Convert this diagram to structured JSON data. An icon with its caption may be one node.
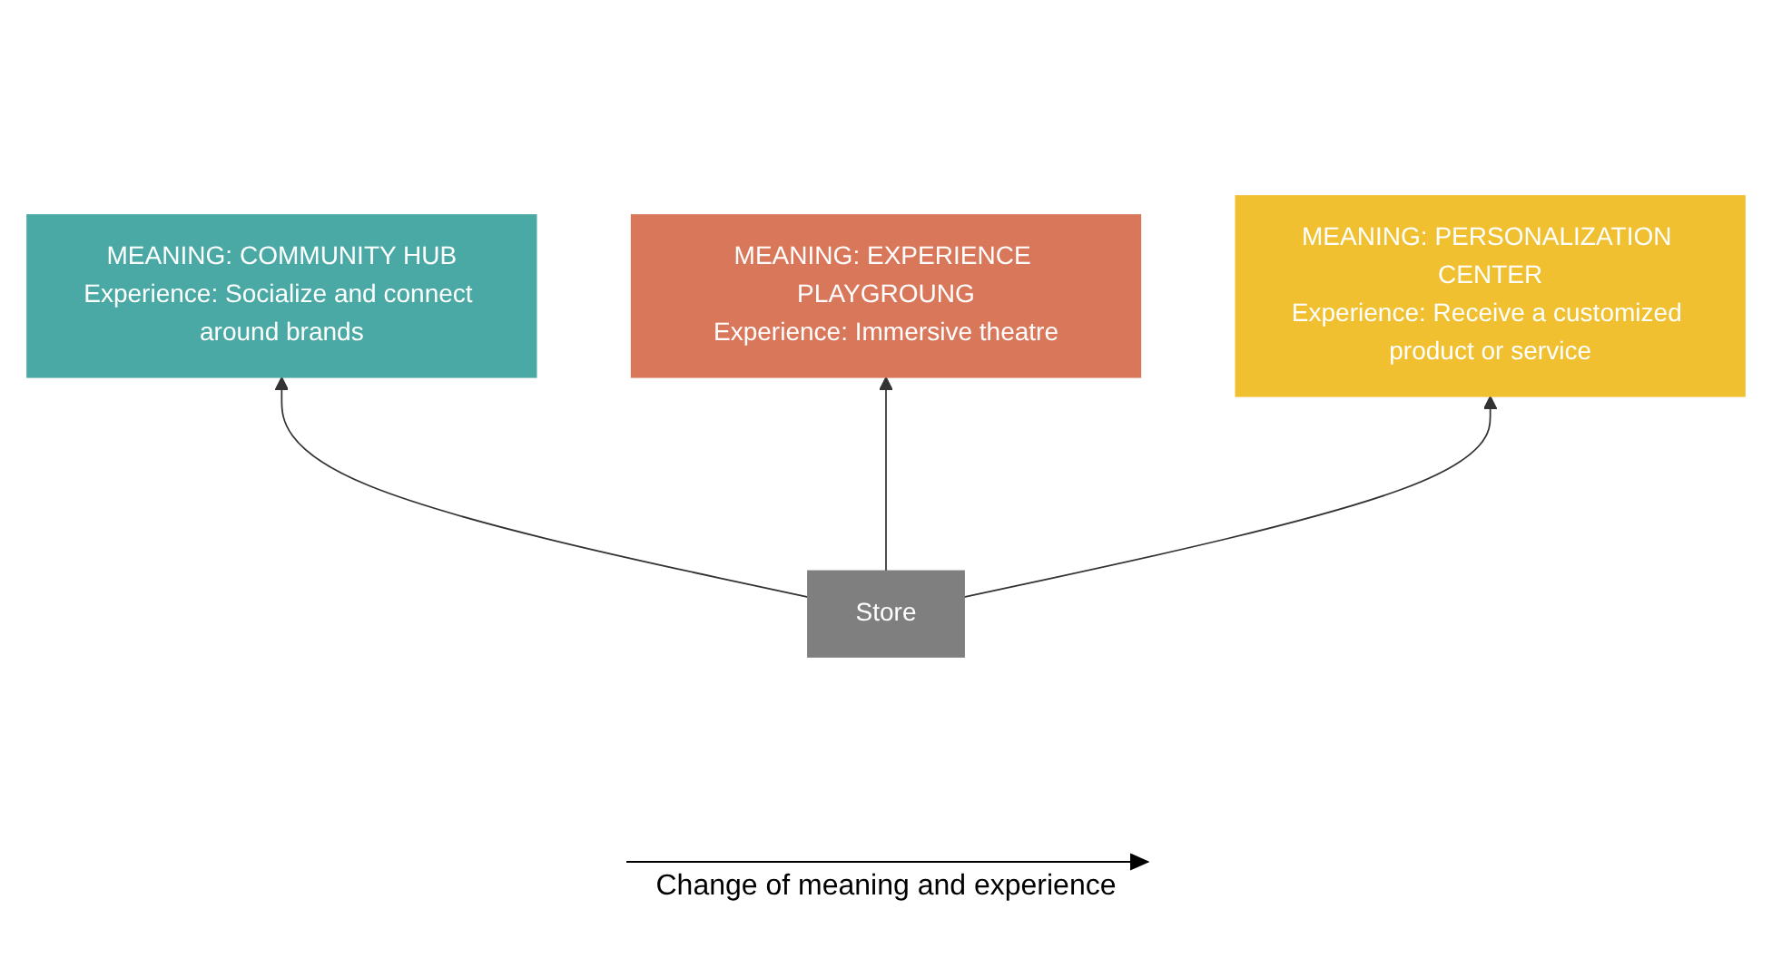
{
  "diagram": {
    "nodes": [
      {
        "text": [
          "MEANING: COMMUNITY HUB",
          "Experience: Socialize and connect around brands"
        ]
      },
      {
        "text": [
          "MEANING: EXPERIENCE PLAYGROUNG",
          "Experience: Immersive theatre"
        ]
      },
      {
        "text": [
          "MEANING: PERSONALIZATION CENTER",
          "Experience: Receive a customized product or service"
        ]
      },
      {
        "text": [
          "Store"
        ]
      }
    ],
    "edges": [
      {
        "from": 3,
        "to": 0,
        "arrow": "to"
      },
      {
        "from": 3,
        "to": 1,
        "arrow": "to"
      },
      {
        "from": 3,
        "to": 2,
        "arrow": "to"
      }
    ],
    "labels": [
      "Change of meaning and experience"
    ]
  }
}
